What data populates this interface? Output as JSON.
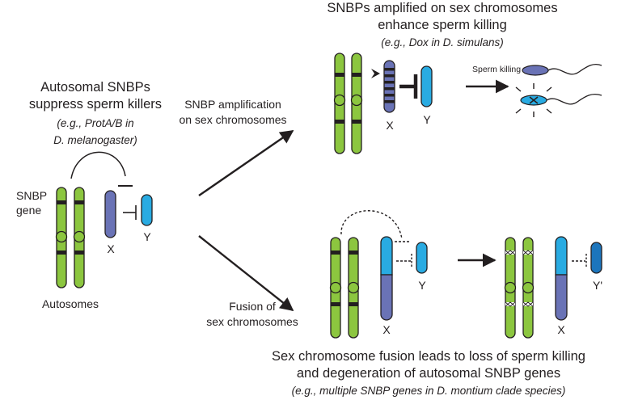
{
  "colors": {
    "autosome_green": "#8cc63f",
    "x_chromosome": "#6a73b6",
    "y_chromosome": "#29abe2",
    "y_degenerate": "#1c75bc",
    "band_dark": "#231f20",
    "band_light": "#ffffff"
  },
  "left": {
    "title_line1": "Autosomal SNBPs",
    "title_line2": "suppress sperm killers",
    "example_line1": "(e.g., ProtA/B in",
    "example_line2": "D. melanogaster)",
    "gene_label_line1": "SNBP",
    "gene_label_line2": "gene",
    "x_label": "X",
    "y_label": "Y",
    "autosomes_label": "Autosomes"
  },
  "arrows": {
    "upper_line1": "SNBP amplification",
    "upper_line2": "on sex chromosomes",
    "lower_line1": "Fusion of",
    "lower_line2": "sex chromosomes"
  },
  "top_right": {
    "title_line1": "SNBPs amplified on sex chromosomes",
    "title_line2": "enhance sperm killing",
    "example": "(e.g., Dox in D. simulans)",
    "x_label": "X",
    "y_label": "Y",
    "sperm_killing_label": "Sperm killing"
  },
  "bottom_right": {
    "y_label": "Y",
    "x_label": "X",
    "y_prime_label": "Y'",
    "x2_label": "X",
    "title_line1": "Sex chromosome fusion leads to loss of sperm killing",
    "title_line2": "and degeneration of autosomal SNBP genes",
    "example": "(e.g., multiple SNBP genes in D. montium clade species)"
  }
}
